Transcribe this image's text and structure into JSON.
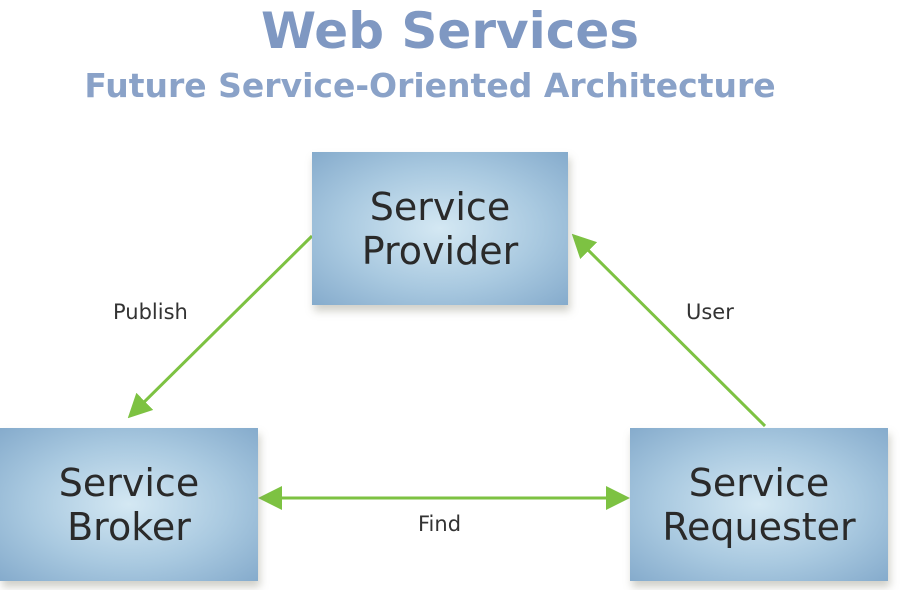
{
  "title": "Web Services",
  "subtitle": "Future Service-Oriented Architecture",
  "nodes": {
    "provider": {
      "line1": "Service",
      "line2": "Provider"
    },
    "broker": {
      "line1": "Service",
      "line2": "Broker"
    },
    "requester": {
      "line1": "Service",
      "line2": "Requester"
    }
  },
  "edges": {
    "publish": "Publish",
    "user": "User",
    "find": "Find"
  },
  "colors": {
    "arrow": "#7dc242",
    "title": "#7f98c2"
  }
}
